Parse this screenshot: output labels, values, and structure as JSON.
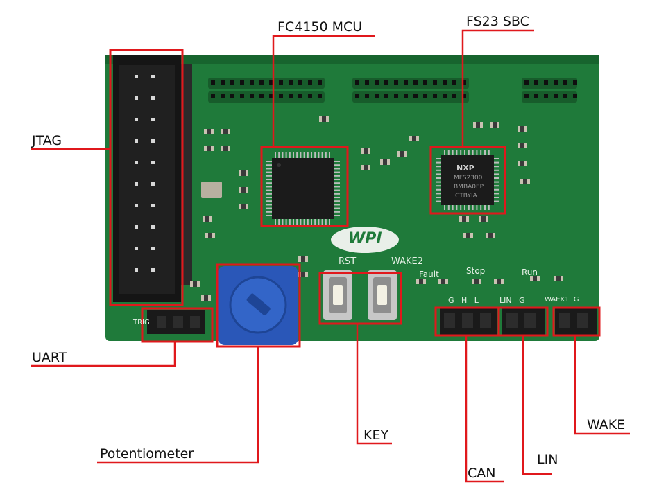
{
  "colors": {
    "pcb": "#1f7a3a",
    "pcb_dark": "#17642e",
    "highlight": "#e0181c",
    "potentiometer": "#2a57b8",
    "chip": "#1b1b1b",
    "header": "#151515"
  },
  "callouts": {
    "fc4150_mcu": "FC4150 MCU",
    "fs23_sbc": "FS23 SBC",
    "jtag": "JTAG",
    "uart": "UART",
    "potentiometer": "Potentiometer",
    "key": "KEY",
    "can": "CAN",
    "lin": "LIN",
    "wake": "WAKE"
  },
  "board_silkscreen": {
    "rst": "RST",
    "wake2": "WAKE2",
    "fault": "Fault",
    "stop": "Stop",
    "run": "Run",
    "trig": "TRIG",
    "can_pins": "G   H   L",
    "lin_pins": "LIN   G",
    "wake_pins": "WAEK1  G",
    "sbc_marking_1": "NXP",
    "sbc_marking_2": "MFS2300",
    "sbc_marking_3": "BMBA0EP",
    "sbc_marking_4": "CTBYIA",
    "logo": "WPI"
  }
}
